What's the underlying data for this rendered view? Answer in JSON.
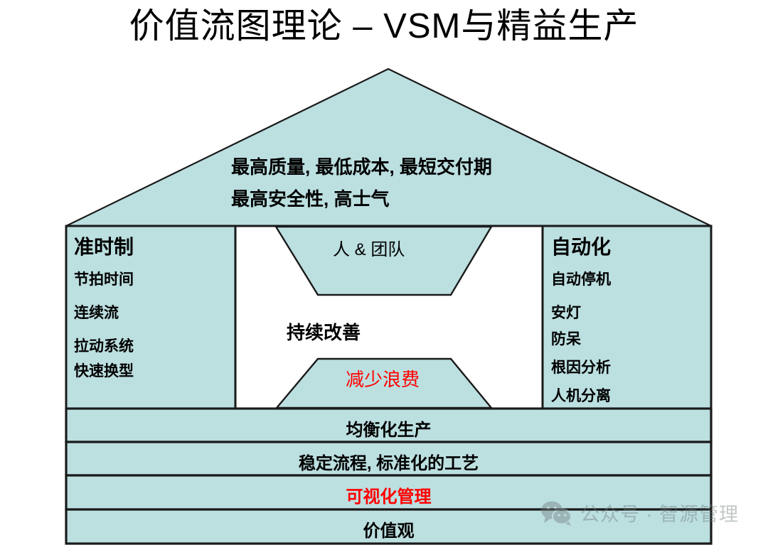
{
  "title": "价值流图理论 – VSM与精益生产",
  "colors": {
    "fill": "#bcdfe0",
    "stroke": "#1a1a1a",
    "text": "#000000",
    "accent_red": "#ff0000",
    "watermark_gray": "#6f7b7b",
    "background": "#ffffff"
  },
  "roof": {
    "lines": [
      "最高质量, 最低成本, 最短交付期",
      "最高安全性, 高士气"
    ]
  },
  "pillars": {
    "left": {
      "heading": "准时制",
      "items": [
        "节拍时间",
        "连续流",
        "拉动系统",
        "快速换型"
      ]
    },
    "right": {
      "heading": "自动化",
      "items": [
        "自动停机",
        "安灯",
        "防呆",
        "根因分析",
        "人机分离"
      ]
    }
  },
  "center": {
    "top_trapezoid": "人 & 团队",
    "middle_text": "持续改善",
    "bottom_trapezoid": "减少浪费"
  },
  "foundation_bars": [
    "均衡化生产",
    "稳定流程, 标准化的工艺",
    "可视化管理",
    "价值观"
  ],
  "watermark": {
    "icon": "wechat-icon",
    "label": "公众号 · 智源管理"
  }
}
